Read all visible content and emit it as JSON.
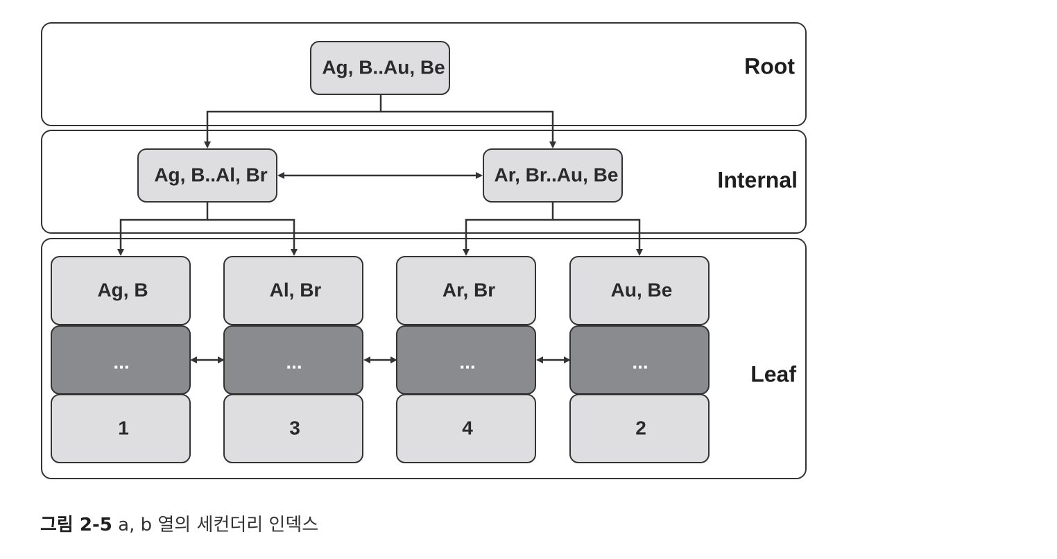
{
  "levels": {
    "root": "Root",
    "internal": "Internal",
    "leaf": "Leaf"
  },
  "root_node": {
    "label": "Ag, B..Au, Be"
  },
  "internal_nodes": [
    {
      "label": "Ag, B..Al, Br"
    },
    {
      "label": "Ar, Br..Au, Be"
    }
  ],
  "leaf_nodes": [
    {
      "key": "Ag, B",
      "middle": "...",
      "pointer": "1"
    },
    {
      "key": "Al, Br",
      "middle": "...",
      "pointer": "3"
    },
    {
      "key": "Ar, Br",
      "middle": "...",
      "pointer": "4"
    },
    {
      "key": "Au, Be",
      "middle": "...",
      "pointer": "2"
    }
  ],
  "caption": {
    "label": "그림 2-5",
    "text": "a, b 열의 세컨더리 인덱스"
  },
  "colors": {
    "node_fill": "#dedee0",
    "leaf_middle_fill": "#8a8b8e",
    "stroke": "#333333"
  }
}
